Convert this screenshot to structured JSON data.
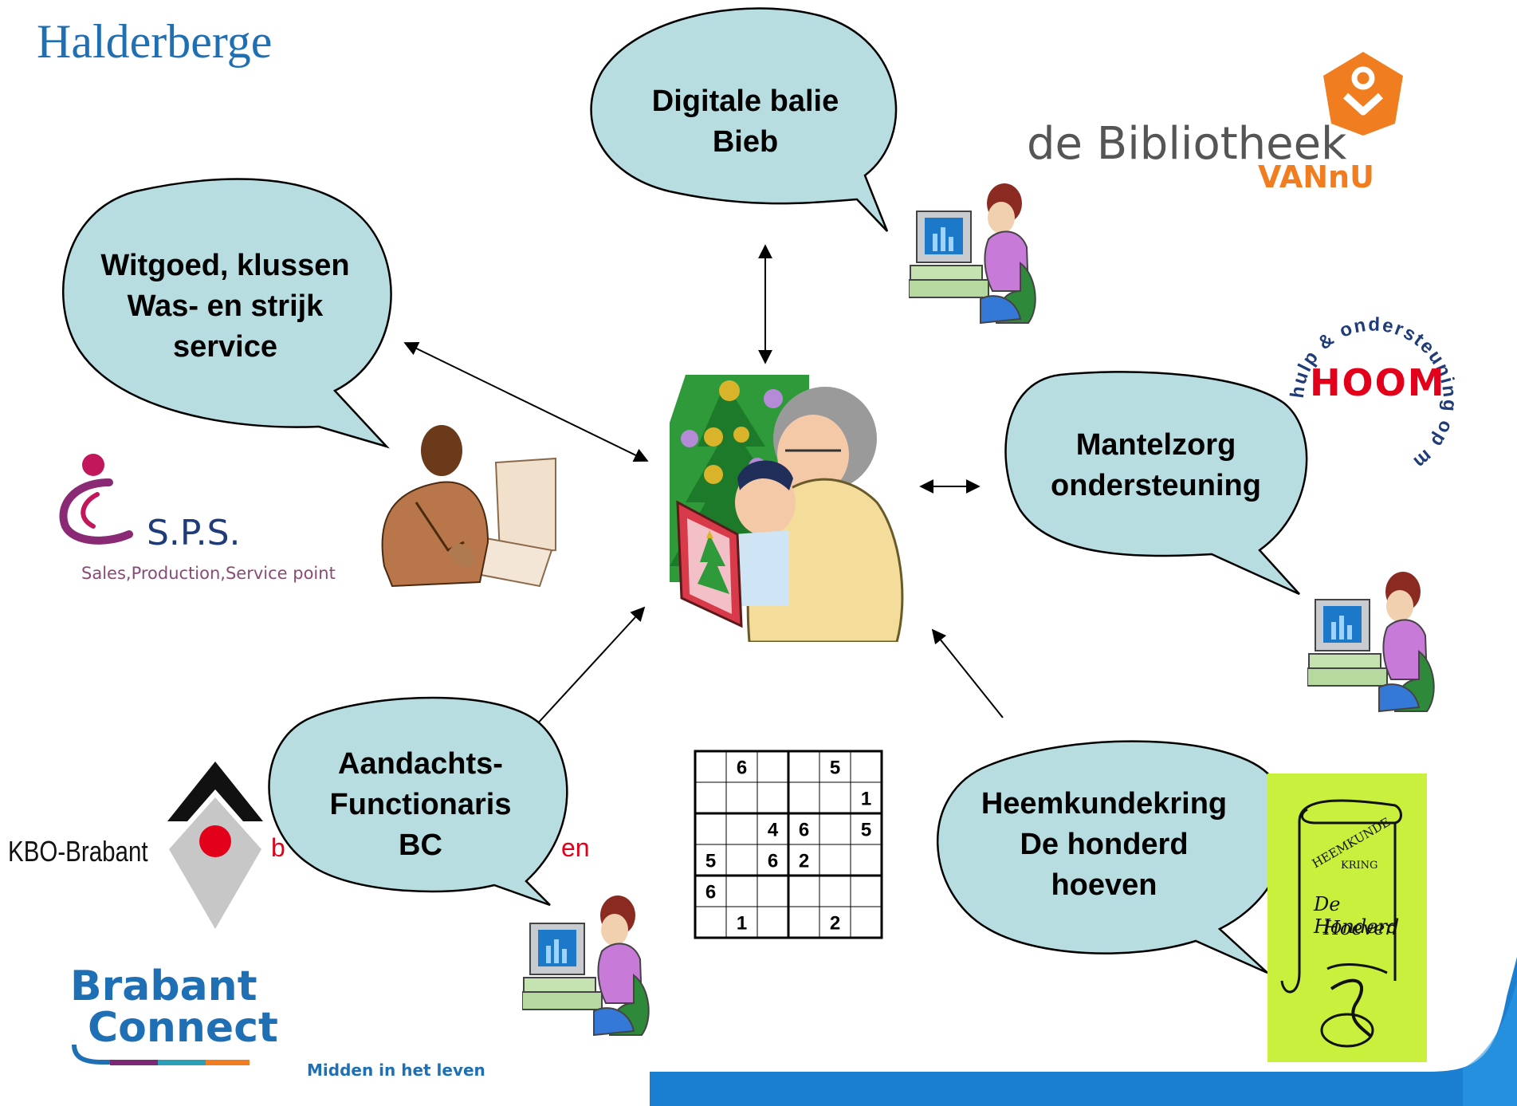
{
  "title": "Halderberge",
  "bubbles": {
    "bieb": [
      "Digitale balie",
      "Bieb"
    ],
    "witgoed": [
      "Witgoed, klussen",
      "Was- en strijk",
      "service"
    ],
    "mantelzorg": [
      "Mantelzorg",
      "ondersteuning"
    ],
    "aandacht": [
      "Aandachts-",
      "Functionaris",
      "BC"
    ],
    "heemkunde": [
      "Heemkundekring",
      "De honderd",
      "hoeven"
    ]
  },
  "logos": {
    "bibliotheek": {
      "line1": "de Bibliotheek",
      "line2": "VANnU"
    },
    "hoom": {
      "name": "HOOM",
      "ring": "hulp & ondersteuning op maat"
    },
    "sps": {
      "name": "S.P.S.",
      "tagline": "Sales,Production,Service point"
    },
    "kbo": {
      "name": "KBO-Brabant",
      "fragment_left": "b",
      "fragment_right": "en"
    },
    "brabant_connect": {
      "line1": "Brabant",
      "line2": "Connect",
      "tagline": "Midden in het leven"
    },
    "heemkunde": {
      "text1": "HEEMKUNDE",
      "text2": "KRING",
      "text3": "De Honderd",
      "text4": "Hoeven"
    }
  },
  "sudoku": {
    "grid": [
      [
        "",
        "6",
        "",
        "",
        "5",
        ""
      ],
      [
        "",
        "",
        "",
        "",
        "",
        "1"
      ],
      [
        "",
        "",
        "4",
        "6",
        "",
        "5"
      ],
      [
        "5",
        "",
        "6",
        "2",
        "",
        ""
      ],
      [
        "6",
        "",
        "",
        "",
        "",
        ""
      ],
      [
        "",
        "1",
        "",
        "",
        "2",
        ""
      ]
    ]
  },
  "colors": {
    "bubble_fill": "#b8dde0",
    "title": "#1f6fb5",
    "bar_blue": "#1a7fd0",
    "bibliotheek_orange": "#f07d20",
    "hoom_red": "#e3001b",
    "heemkunde_bg": "#c8f03c",
    "sps_purple": "#8a2a74"
  },
  "icons": [
    "person-at-computer-icon",
    "businessman-at-computer-icon",
    "grandmother-reading-icon",
    "sudoku-icon"
  ]
}
